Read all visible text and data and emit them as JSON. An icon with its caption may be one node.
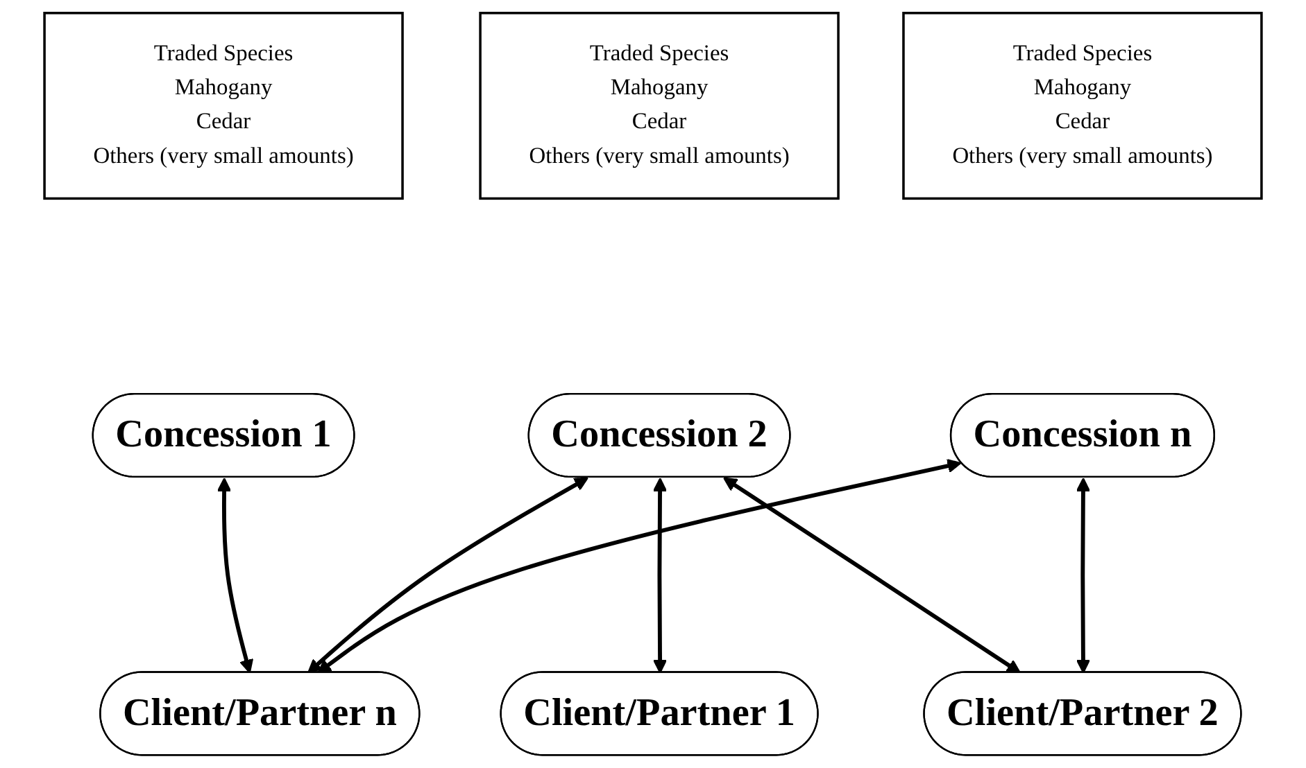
{
  "diagram": {
    "nodes": [
      {
        "text": [
          "Traded Species",
          "Mahogany",
          "Cedar",
          "Others (very small amounts)"
        ]
      },
      {
        "text": [
          "Traded Species",
          "Mahogany",
          "Cedar",
          "Others (very small amounts)"
        ]
      },
      {
        "text": [
          "Traded Species",
          "Mahogany",
          "Cedar",
          "Others (very small amounts)"
        ]
      },
      {
        "text": [
          "Concession 1"
        ]
      },
      {
        "text": [
          "Concession 2"
        ]
      },
      {
        "text": [
          "Concession n"
        ]
      },
      {
        "text": [
          "Client/Partner 1"
        ]
      },
      {
        "text": [
          "Client/Partner 2"
        ]
      },
      {
        "text": [
          "Client/Partner n"
        ]
      }
    ],
    "edges": [
      {
        "from": 3,
        "to": 8,
        "arrow": "both"
      },
      {
        "from": 4,
        "to": 6,
        "arrow": "both"
      },
      {
        "from": 4,
        "to": 7,
        "arrow": "both"
      },
      {
        "from": 4,
        "to": 8,
        "arrow": "both"
      },
      {
        "from": 5,
        "to": 7,
        "arrow": "both"
      },
      {
        "from": 5,
        "to": 8,
        "arrow": "both"
      }
    ]
  }
}
